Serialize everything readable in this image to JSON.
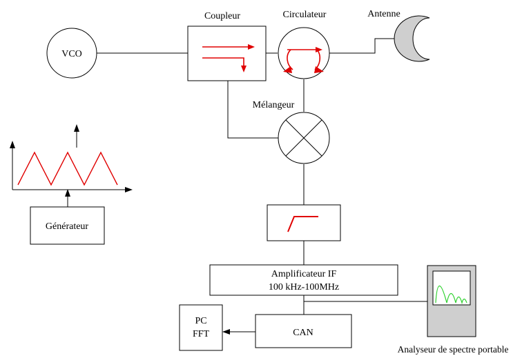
{
  "labels": {
    "vco": "VCO",
    "coupler": "Coupleur",
    "circulator": "Circulateur",
    "antenna": "Antenne",
    "mixer": "Mélangeur",
    "generator": "Générateur",
    "amplifier_line1": "Amplificateur IF",
    "amplifier_line2": "100 kHz-100MHz",
    "pc_line1": "PC",
    "pc_line2": "FFT",
    "can": "CAN",
    "analyzer": "Analyseur de spectre portable"
  },
  "colors": {
    "line": "#000000",
    "signal_red": "#e00000",
    "spectrum_green": "#2fd12f",
    "analyzer_body": "#cfcfcf",
    "antenna_fill": "#cfcfcf"
  }
}
